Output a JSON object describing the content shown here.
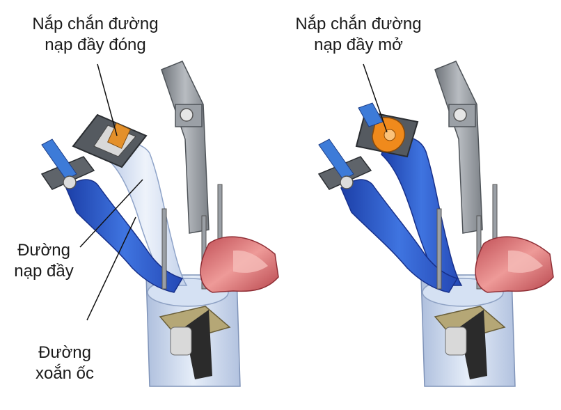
{
  "labels": {
    "left_flap": {
      "line1": "Nắp chắn đường",
      "line2": "nạp đầy đóng"
    },
    "right_flap": {
      "line1": "Nắp chắn đường",
      "line2": "nạp đầy mở"
    },
    "fill_port": {
      "line1": "Đường",
      "line2": "nạp đầy"
    },
    "swirl_port": {
      "line1": "Đường",
      "line2": "xoắn ốc"
    }
  },
  "colors": {
    "intake_blue": "#2f5fd0",
    "exhaust_red": "#d9666a",
    "flap_open_orange": "#f08a1c",
    "metal_grey": "#8f949a",
    "cylinder_pale": "#c9d8ef"
  }
}
